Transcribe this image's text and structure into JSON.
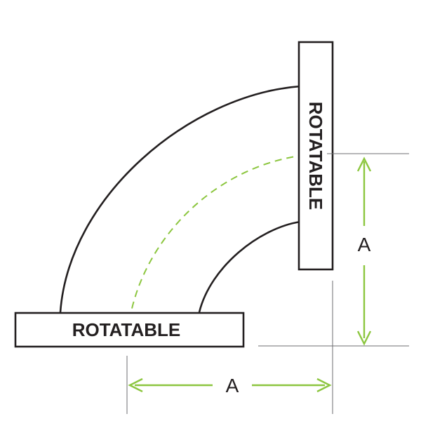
{
  "diagram": {
    "flange_bottom_label": "ROTATABLE",
    "flange_right_label": "ROTATABLE",
    "dim_vertical_label": "A",
    "dim_horizontal_label": "A"
  },
  "colors": {
    "outline": "#231f20",
    "dimension": "#8cc63f",
    "guide": "#6d6e71"
  }
}
